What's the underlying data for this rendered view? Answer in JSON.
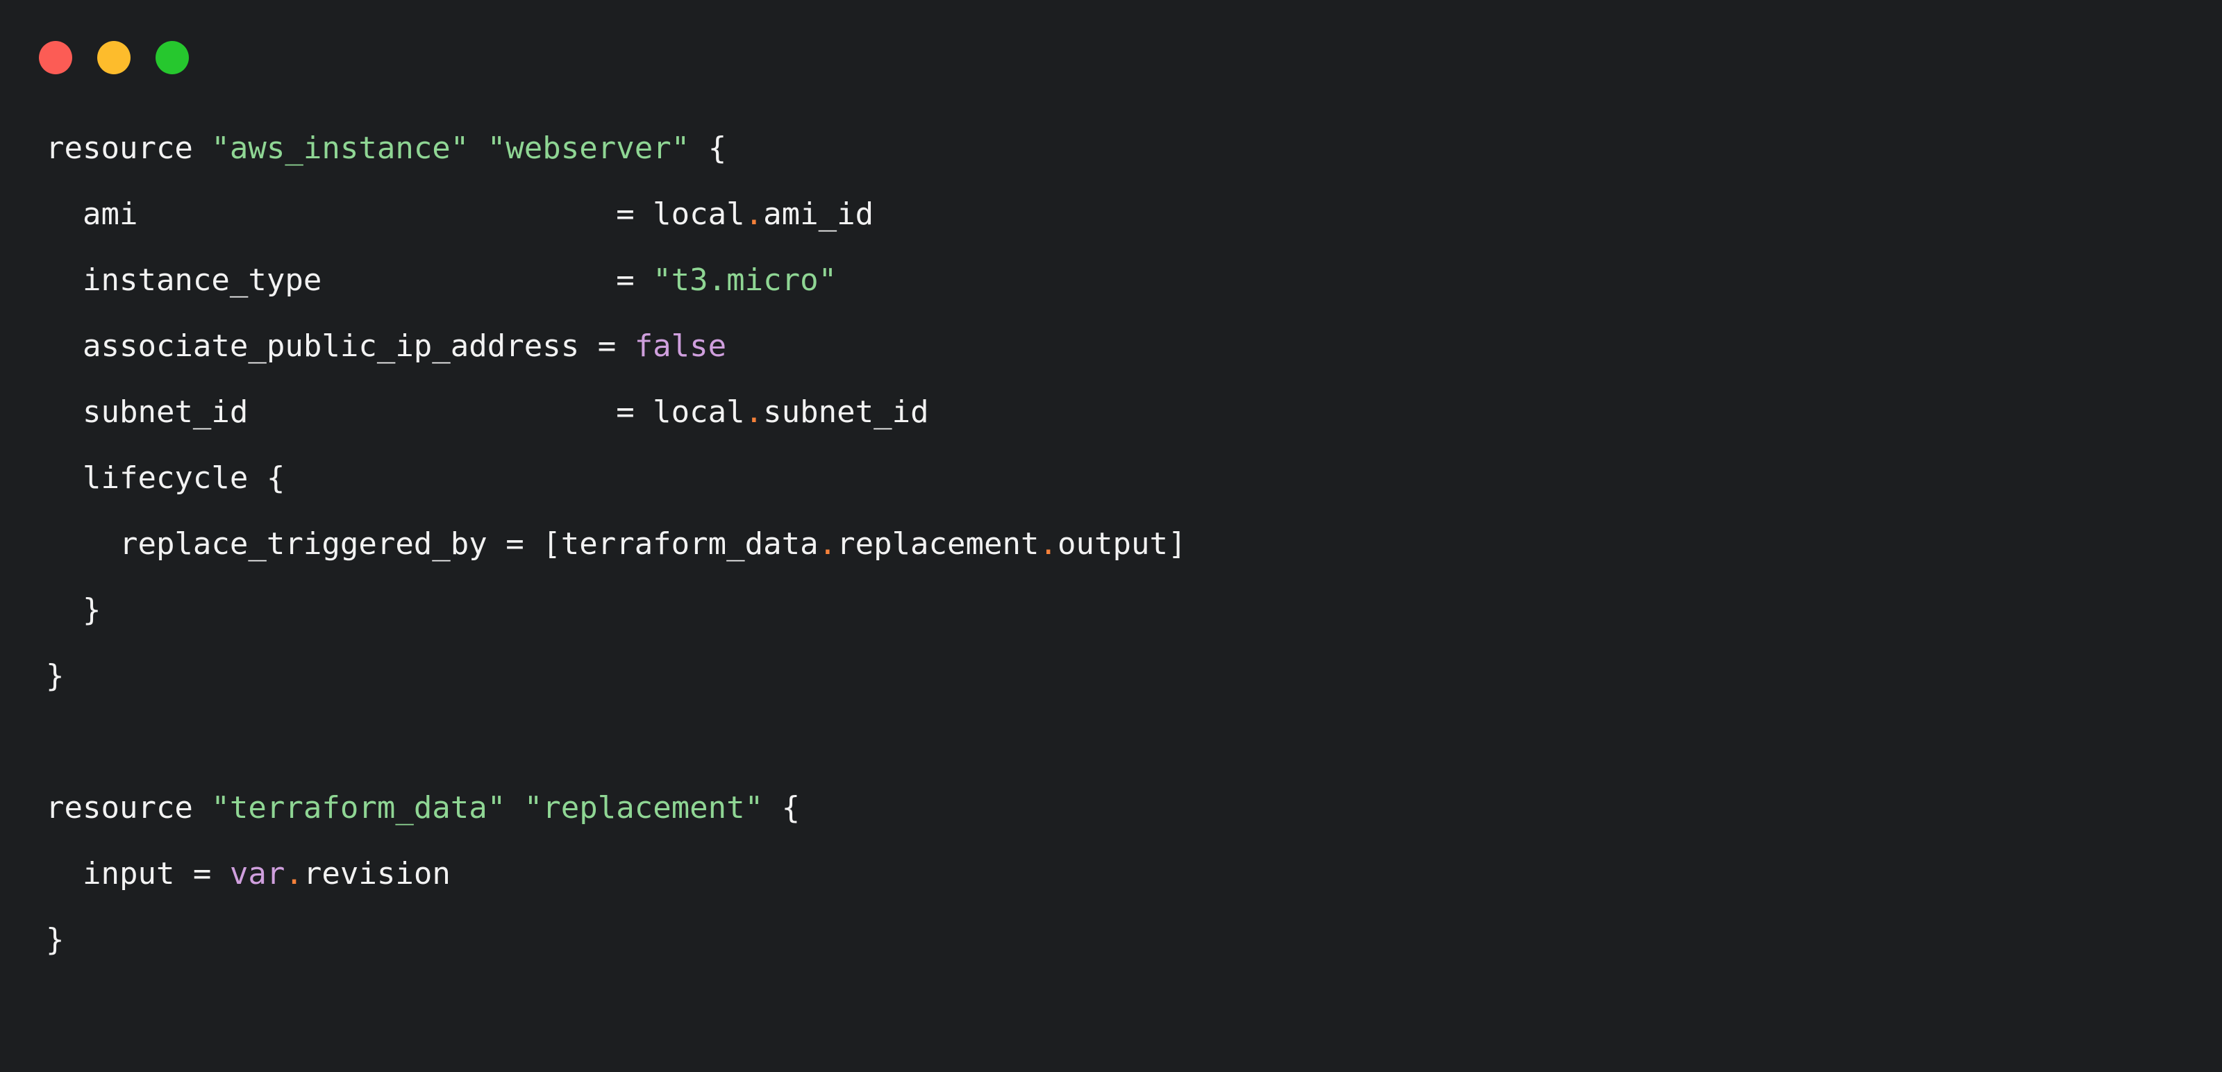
{
  "window": {
    "traffic_lights": [
      {
        "name": "close",
        "color": "#fc5c55"
      },
      {
        "name": "minimize",
        "color": "#fdbc2c"
      },
      {
        "name": "zoom",
        "color": "#26c72e"
      }
    ]
  },
  "theme": {
    "background": "#1c1e20",
    "foreground": "#f2f2f2",
    "string": "#8fd694",
    "keyword": "#cf9fdd",
    "accessor_dot": "#f5813a"
  },
  "editor": {
    "language": "terraform",
    "lines": [
      {
        "n": 1,
        "text": "resource \"aws_instance\" \"webserver\" {",
        "tokens": [
          {
            "t": "resource ",
            "c": "plain"
          },
          {
            "t": "\"aws_instance\"",
            "c": "string"
          },
          {
            "t": " ",
            "c": "plain"
          },
          {
            "t": "\"webserver\"",
            "c": "string"
          },
          {
            "t": " {",
            "c": "plain"
          }
        ]
      },
      {
        "n": 2,
        "text": "  ami                          = local.ami_id",
        "tokens": [
          {
            "t": "  ami                          = local",
            "c": "plain"
          },
          {
            "t": ".",
            "c": "dot"
          },
          {
            "t": "ami_id",
            "c": "plain"
          }
        ]
      },
      {
        "n": 3,
        "text": "  instance_type                = \"t3.micro\"",
        "tokens": [
          {
            "t": "  instance_type                = ",
            "c": "plain"
          },
          {
            "t": "\"t3.micro\"",
            "c": "string"
          }
        ]
      },
      {
        "n": 4,
        "text": "  associate_public_ip_address = false",
        "tokens": [
          {
            "t": "  associate_public_ip_address = ",
            "c": "plain"
          },
          {
            "t": "false",
            "c": "keyword"
          }
        ]
      },
      {
        "n": 5,
        "text": "  subnet_id                    = local.subnet_id",
        "tokens": [
          {
            "t": "  subnet_id                    = local",
            "c": "plain"
          },
          {
            "t": ".",
            "c": "dot"
          },
          {
            "t": "subnet_id",
            "c": "plain"
          }
        ]
      },
      {
        "n": 6,
        "text": "  lifecycle {",
        "tokens": [
          {
            "t": "  lifecycle {",
            "c": "plain"
          }
        ]
      },
      {
        "n": 7,
        "text": "    replace_triggered_by = [terraform_data.replacement.output]",
        "tokens": [
          {
            "t": "    replace_triggered_by = [terraform_data",
            "c": "plain"
          },
          {
            "t": ".",
            "c": "dot"
          },
          {
            "t": "replacement",
            "c": "plain"
          },
          {
            "t": ".",
            "c": "dot"
          },
          {
            "t": "output]",
            "c": "plain"
          }
        ]
      },
      {
        "n": 8,
        "text": "  }",
        "tokens": [
          {
            "t": "  }",
            "c": "plain"
          }
        ]
      },
      {
        "n": 9,
        "text": "}",
        "tokens": [
          {
            "t": "}",
            "c": "plain"
          }
        ]
      },
      {
        "n": 10,
        "text": "",
        "tokens": []
      },
      {
        "n": 11,
        "text": "resource \"terraform_data\" \"replacement\" {",
        "tokens": [
          {
            "t": "resource ",
            "c": "plain"
          },
          {
            "t": "\"terraform_data\"",
            "c": "string"
          },
          {
            "t": " ",
            "c": "plain"
          },
          {
            "t": "\"replacement\"",
            "c": "string"
          },
          {
            "t": " {",
            "c": "plain"
          }
        ]
      },
      {
        "n": 12,
        "text": "  input = var.revision",
        "tokens": [
          {
            "t": "  input = ",
            "c": "plain"
          },
          {
            "t": "var",
            "c": "keyword"
          },
          {
            "t": ".",
            "c": "dot"
          },
          {
            "t": "revision",
            "c": "plain"
          }
        ]
      },
      {
        "n": 13,
        "text": "}",
        "tokens": [
          {
            "t": "}",
            "c": "plain"
          }
        ]
      }
    ]
  }
}
